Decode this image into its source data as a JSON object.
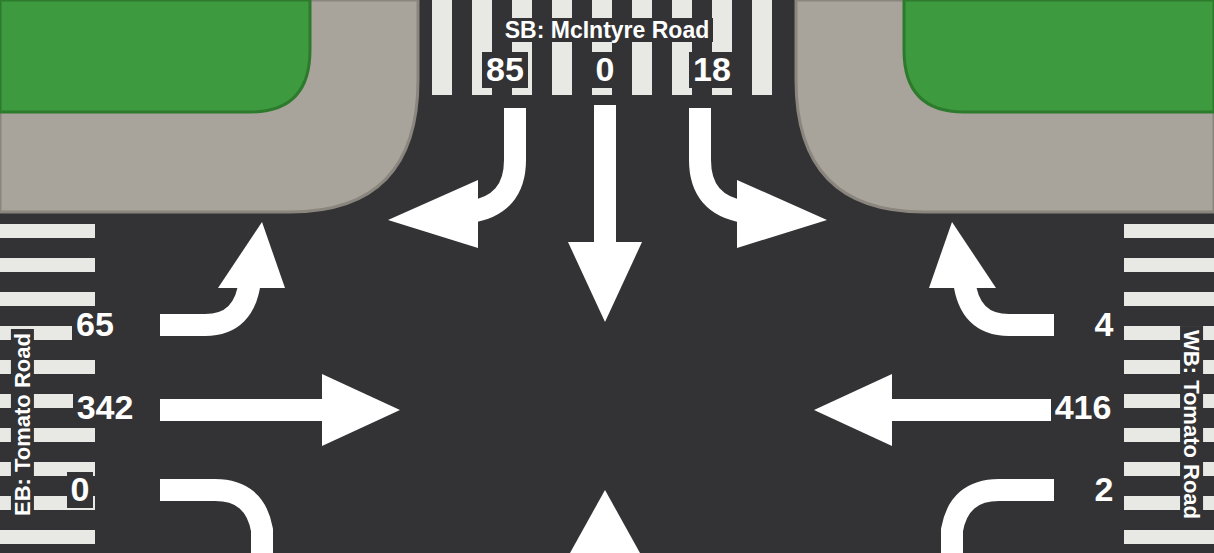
{
  "diagram": {
    "labels": [
      "SB: McIntyre Road",
      "85",
      "0",
      "18",
      "65",
      "342",
      "0",
      "EB: Tomato Road",
      "4",
      "416",
      "2",
      "WB: Tomato Road"
    ]
  }
}
